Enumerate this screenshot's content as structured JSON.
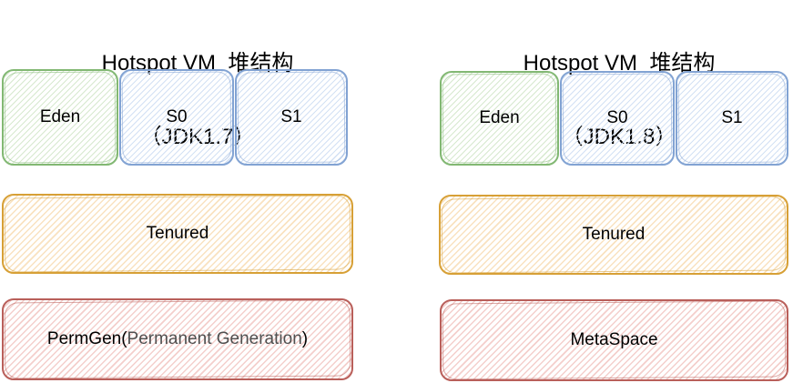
{
  "colors": {
    "background": "#ffffff",
    "green_stroke": "#82b873",
    "green_hatch": "#d7e9cf",
    "blue_stroke": "#82a3d3",
    "blue_hatch": "#d3e1f4",
    "orange_stroke": "#d7a036",
    "orange_hatch": "#f9e2c0",
    "red_stroke": "#b95f5a",
    "red_hatch": "#f4cfcc",
    "label_text": "#000000",
    "muted_text": "#4f4f4f"
  },
  "diagrams": [
    {
      "title_line1": "Hotspot VM  堆结构",
      "title_line2": "（JDK1.7）",
      "young_gen": [
        {
          "label": "Eden",
          "color": "green"
        },
        {
          "label": "S0",
          "color": "blue"
        },
        {
          "label": "S1",
          "color": "blue"
        }
      ],
      "tenured": {
        "label": "Tenured"
      },
      "bottom": {
        "label_main": "PermGen(",
        "label_paren": "Permanent Generation",
        "label_close": ")"
      }
    },
    {
      "title_line1": "Hotspot VM  堆结构",
      "title_line2": "（JDK1.8）",
      "young_gen": [
        {
          "label": "Eden",
          "color": "green"
        },
        {
          "label": "S0",
          "color": "blue"
        },
        {
          "label": "S1",
          "color": "blue"
        }
      ],
      "tenured": {
        "label": "Tenured"
      },
      "bottom": {
        "label_main": "MetaSpace",
        "label_paren": "",
        "label_close": ""
      }
    }
  ]
}
